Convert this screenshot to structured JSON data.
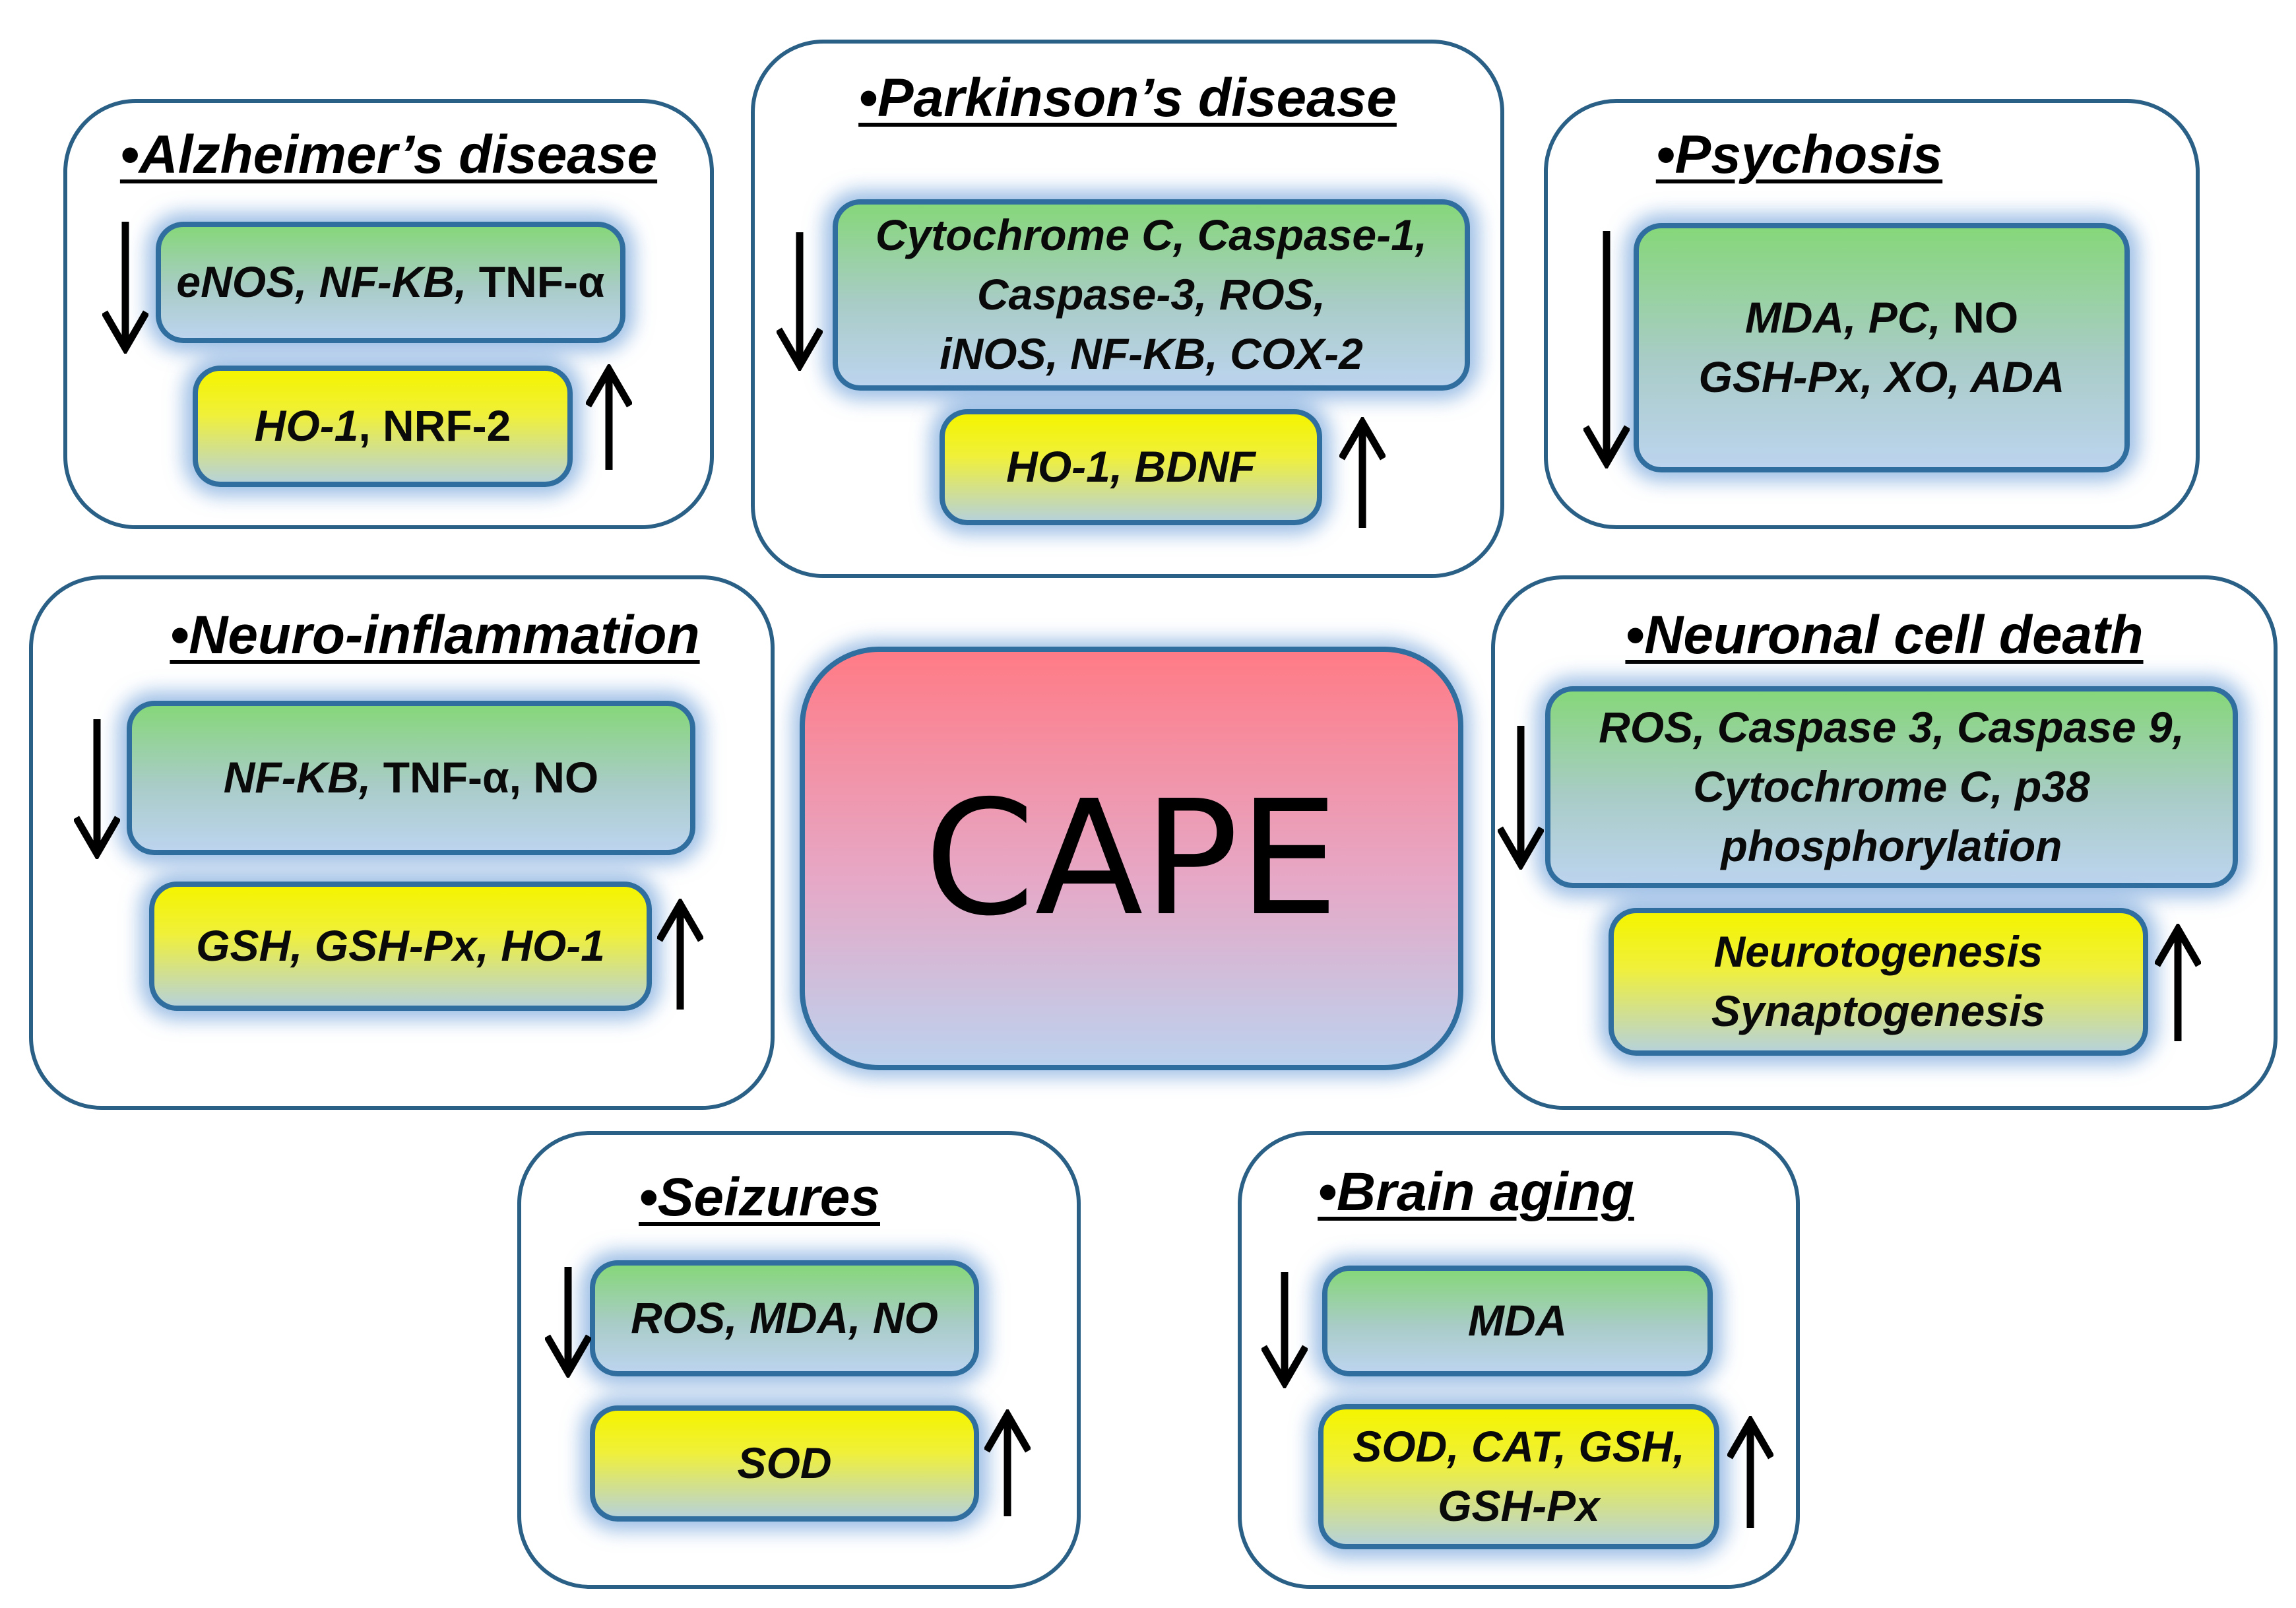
{
  "center": {
    "label": "CAPE"
  },
  "panels": {
    "alzheimers": {
      "title": "•Alzheimer’s  disease",
      "decreased": {
        "lines": [
          [
            "eNOS, NF-KB, ",
            "TNF-α"
          ]
        ]
      },
      "increased": {
        "lines": [
          [
            "HO-1",
            ", NRF-2"
          ]
        ]
      }
    },
    "parkinsons": {
      "title": "•Parkinson’s  disease",
      "decreased": {
        "lines": [
          "Cytochrome C, Caspase-1,",
          "Caspase-3, ROS,",
          "iNOS, NF-KB, COX-2"
        ]
      },
      "increased": {
        "lines": [
          "HO-1, BDNF"
        ]
      }
    },
    "psychosis": {
      "title": "•Psychosis",
      "decreased": {
        "lines": [
          [
            "MDA, PC, ",
            "NO"
          ],
          "GSH-Px, XO, ADA"
        ]
      }
    },
    "neuroinflammation": {
      "title": "•Neuro-inflammation",
      "decreased": {
        "lines": [
          [
            "NF-KB, ",
            "TNF-α, NO"
          ]
        ]
      },
      "increased": {
        "lines": [
          "GSH, GSH-Px, HO-1"
        ]
      }
    },
    "neuronal_cell_death": {
      "title": "•Neuronal cell death",
      "decreased": {
        "lines": [
          "ROS, Caspase 3, Caspase 9,",
          "Cytochrome C, p38",
          "phosphorylation"
        ]
      },
      "increased": {
        "lines": [
          "Neurotogenesis",
          "Synaptogenesis"
        ]
      }
    },
    "seizures": {
      "title": "•Seizures",
      "decreased": {
        "lines": [
          "ROS, MDA, NO"
        ]
      },
      "increased": {
        "lines": [
          "SOD"
        ]
      }
    },
    "brain_aging": {
      "title": "•Brain aging",
      "decreased": {
        "lines": [
          "MDA"
        ]
      },
      "increased": {
        "lines": [
          "SOD, CAT, GSH,",
          "GSH-Px"
        ]
      }
    }
  },
  "colors": {
    "panel_border": "#2a5f86",
    "box_border": "#2f6e9e",
    "down_box_top": "#86d77a",
    "up_box_top": "#f4f400",
    "cape_top": "#ff7b86",
    "glow": "#508cd2"
  },
  "icons": {
    "decrease": "down-arrow-icon",
    "increase": "up-arrow-icon"
  }
}
